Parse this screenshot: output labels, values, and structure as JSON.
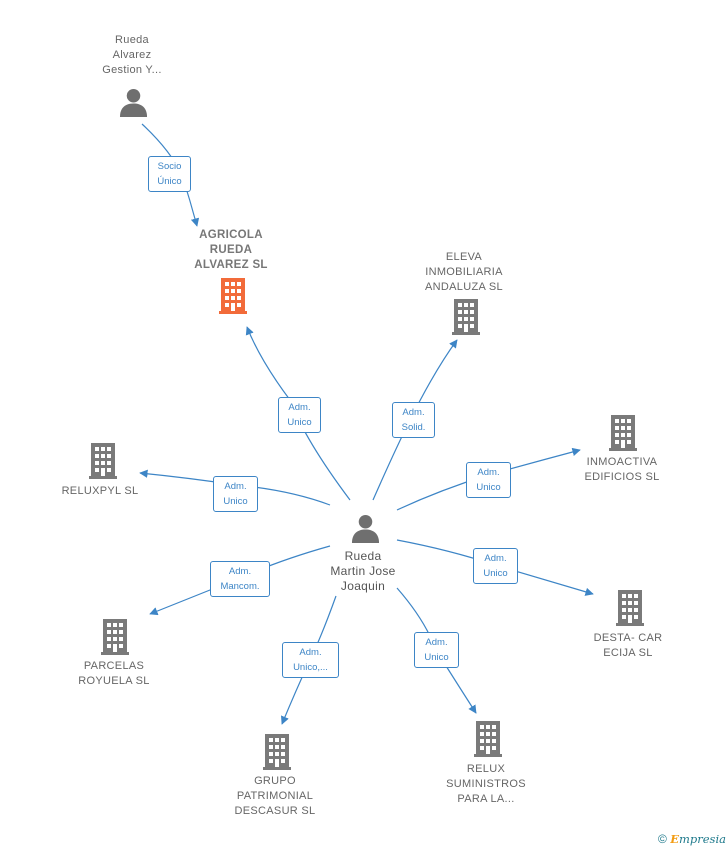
{
  "colors": {
    "edge": "#3d85c6",
    "company_icon": "#7a7a7a",
    "focus_company_icon": "#f26b3a",
    "person_icon": "#6f6f6f",
    "label_text": "#666666"
  },
  "center": {
    "label": "Rueda\nMartin Jose\nJoaquin",
    "icon": "person-icon"
  },
  "top_person": {
    "label": "Rueda\nAlvarez\nGestion Y...",
    "icon": "person-icon"
  },
  "top_edge": {
    "label": "Socio\nÚnico"
  },
  "focus_company": {
    "label": "AGRICOLA\nRUEDA\nALVAREZ  SL",
    "icon": "building-icon"
  },
  "companies": [
    {
      "key": "agricola",
      "edge_label": "Adm.\nUnico"
    },
    {
      "key": "eleva",
      "label": "ELEVA\nINMOBILIARIA\nANDALUZA SL",
      "edge_label": "Adm.\nSolid."
    },
    {
      "key": "inmoactiva",
      "label": "INMOACTIVA\nEDIFICIOS   SL",
      "edge_label": "Adm.\nUnico"
    },
    {
      "key": "desta",
      "label": "DESTA- CAR\nECIJA SL",
      "edge_label": "Adm.\nUnico"
    },
    {
      "key": "relux_sum",
      "label": "RELUX\nSUMINISTROS\nPARA LA...",
      "edge_label": "Adm.\nUnico"
    },
    {
      "key": "grupo",
      "label": "GRUPO\nPATRIMONIAL\nDESCASUR  SL",
      "edge_label": "Adm.\nUnico,..."
    },
    {
      "key": "parcelas",
      "label": "PARCELAS\nROYUELA  SL",
      "edge_label": "Adm.\nMancom."
    },
    {
      "key": "reluxpyl",
      "label": "RELUXPYL  SL",
      "edge_label": "Adm.\nUnico"
    }
  ],
  "footer": {
    "copyright": "©",
    "brand_initial": "E",
    "brand_rest": "mpresia"
  }
}
